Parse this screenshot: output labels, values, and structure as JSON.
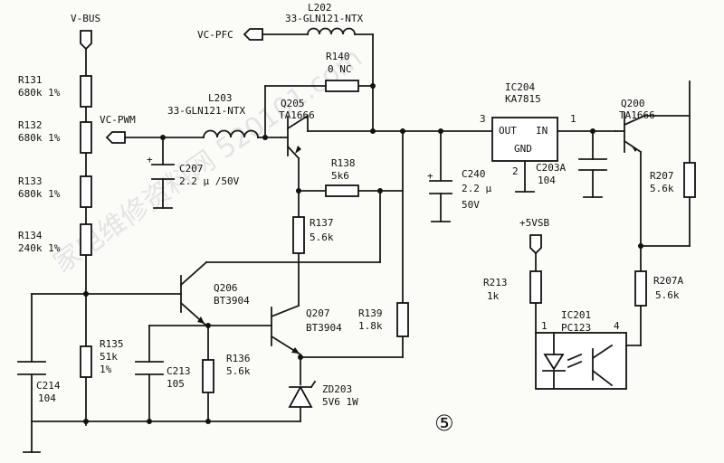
{
  "labels": {
    "vbus": "V-BUS",
    "l202_name": "L202",
    "l202_val": "33-GLN121-NTX",
    "vcpfc": "VC-PFC",
    "r140_name": "R140",
    "r140_val": "0 NC",
    "l203_name": "L203",
    "l203_val": "33-GLN121-NTX",
    "q205_name": "Q205",
    "q205_val": "TA1666",
    "ic204_name": "IC204",
    "ic204_val": "KA7815",
    "ic204_pin3": "3",
    "ic204_pin1": "1",
    "ic204_pin2": "2",
    "ic204_out": "OUT",
    "ic204_in": "IN",
    "ic204_gnd": "GND",
    "q200_name": "Q200",
    "q200_val": "TA1666",
    "r131_name": "R131",
    "r131_val": "680k 1%",
    "r132_name": "R132",
    "r132_val": "680k 1%",
    "vcpwm": "VC-PWM",
    "r133_name": "R133",
    "r133_val": "680k 1%",
    "r134_name": "R134",
    "r134_val": "240k 1%",
    "c207_name": "C207",
    "c207_val": "2.2 µ /50V",
    "r138_name": "R138",
    "r138_val": "5k6",
    "c240_name": "C240",
    "c240_val1": "2.2 µ",
    "c240_val2": "50V",
    "c203a_name": "C203A",
    "c203a_val": "104",
    "r207_name": "R207",
    "r207_val": "5.6k",
    "r137_name": "R137",
    "r137_val": "5.6k",
    "vsb": "+5VSB",
    "r213_name": "R213",
    "r213_val": "1k",
    "q206_name": "Q206",
    "q206_val": "BT3904",
    "r207a_name": "R207A",
    "r207a_val": "5.6k",
    "q207_name": "Q207",
    "q207_val": "BT3904",
    "r139_name": "R139",
    "r139_val": "1.8k",
    "ic201_name": "IC201",
    "ic201_val": "PC123",
    "ic201_pin1": "1",
    "ic201_pin4": "4",
    "r135_name": "R135",
    "r135_val1": "51k",
    "r135_val2": "1%",
    "c213_name": "C213",
    "c213_val": "105",
    "r136_name": "R136",
    "r136_val": "5.6k",
    "c214_name": "C214",
    "c214_val": "104",
    "zd203_name": "ZD203",
    "zd203_val": "5V6 1W",
    "circle_num": "⑤"
  },
  "watermark": "家电维修资料网 520101.com"
}
